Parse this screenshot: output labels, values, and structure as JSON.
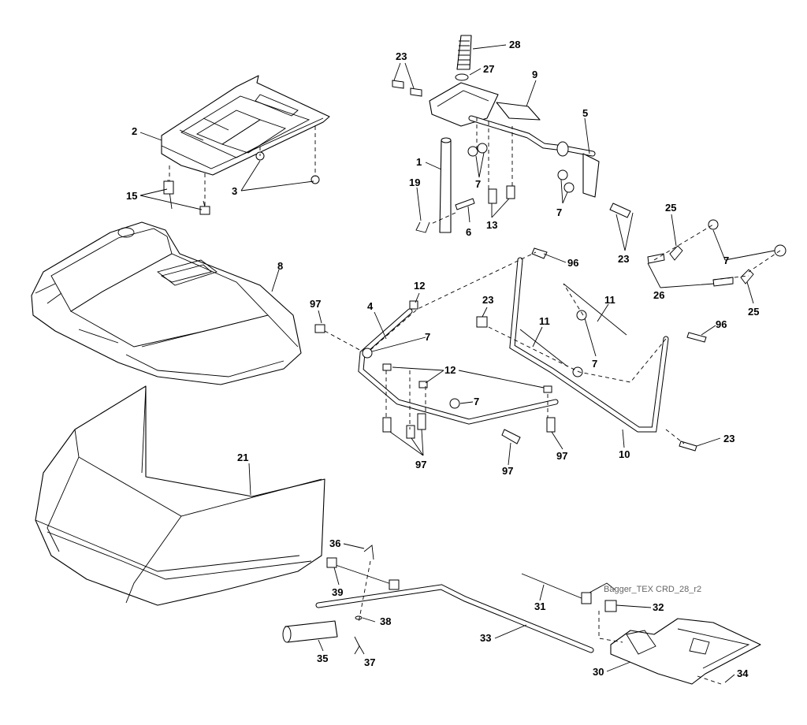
{
  "diagram": {
    "reference_code": "Bagger_TEX CRD_28_r2",
    "callouts": [
      {
        "id": "c28",
        "text": "28"
      },
      {
        "id": "c23a",
        "text": "23"
      },
      {
        "id": "c27",
        "text": "27"
      },
      {
        "id": "c9",
        "text": "9"
      },
      {
        "id": "c5",
        "text": "5"
      },
      {
        "id": "c2",
        "text": "2"
      },
      {
        "id": "c1",
        "text": "1"
      },
      {
        "id": "c7a",
        "text": "7"
      },
      {
        "id": "c19",
        "text": "19"
      },
      {
        "id": "c15",
        "text": "15"
      },
      {
        "id": "c3",
        "text": "3"
      },
      {
        "id": "c6",
        "text": "6"
      },
      {
        "id": "c13",
        "text": "13"
      },
      {
        "id": "c7b",
        "text": "7"
      },
      {
        "id": "c23b",
        "text": "23"
      },
      {
        "id": "c25a",
        "text": "25"
      },
      {
        "id": "c7c",
        "text": "7"
      },
      {
        "id": "c26",
        "text": "26"
      },
      {
        "id": "c25b",
        "text": "25"
      },
      {
        "id": "c96a",
        "text": "96"
      },
      {
        "id": "c8",
        "text": "8"
      },
      {
        "id": "c12a",
        "text": "12"
      },
      {
        "id": "c97a",
        "text": "97"
      },
      {
        "id": "c4",
        "text": "4"
      },
      {
        "id": "c23c",
        "text": "23"
      },
      {
        "id": "c11a",
        "text": "11"
      },
      {
        "id": "c11b",
        "text": "11"
      },
      {
        "id": "c7d",
        "text": "7"
      },
      {
        "id": "c96b",
        "text": "96"
      },
      {
        "id": "c7e",
        "text": "7"
      },
      {
        "id": "c12b",
        "text": "12"
      },
      {
        "id": "c7f",
        "text": "7"
      },
      {
        "id": "c97b",
        "text": "97"
      },
      {
        "id": "c97c",
        "text": "97"
      },
      {
        "id": "c97d",
        "text": "97"
      },
      {
        "id": "c10",
        "text": "10"
      },
      {
        "id": "c23d",
        "text": "23"
      },
      {
        "id": "c21",
        "text": "21"
      },
      {
        "id": "c36",
        "text": "36"
      },
      {
        "id": "c39",
        "text": "39"
      },
      {
        "id": "c31",
        "text": "31"
      },
      {
        "id": "c32",
        "text": "32"
      },
      {
        "id": "c38",
        "text": "38"
      },
      {
        "id": "c33",
        "text": "33"
      },
      {
        "id": "c35",
        "text": "35"
      },
      {
        "id": "c37",
        "text": "37"
      },
      {
        "id": "c30",
        "text": "30"
      },
      {
        "id": "c34",
        "text": "34"
      }
    ]
  }
}
